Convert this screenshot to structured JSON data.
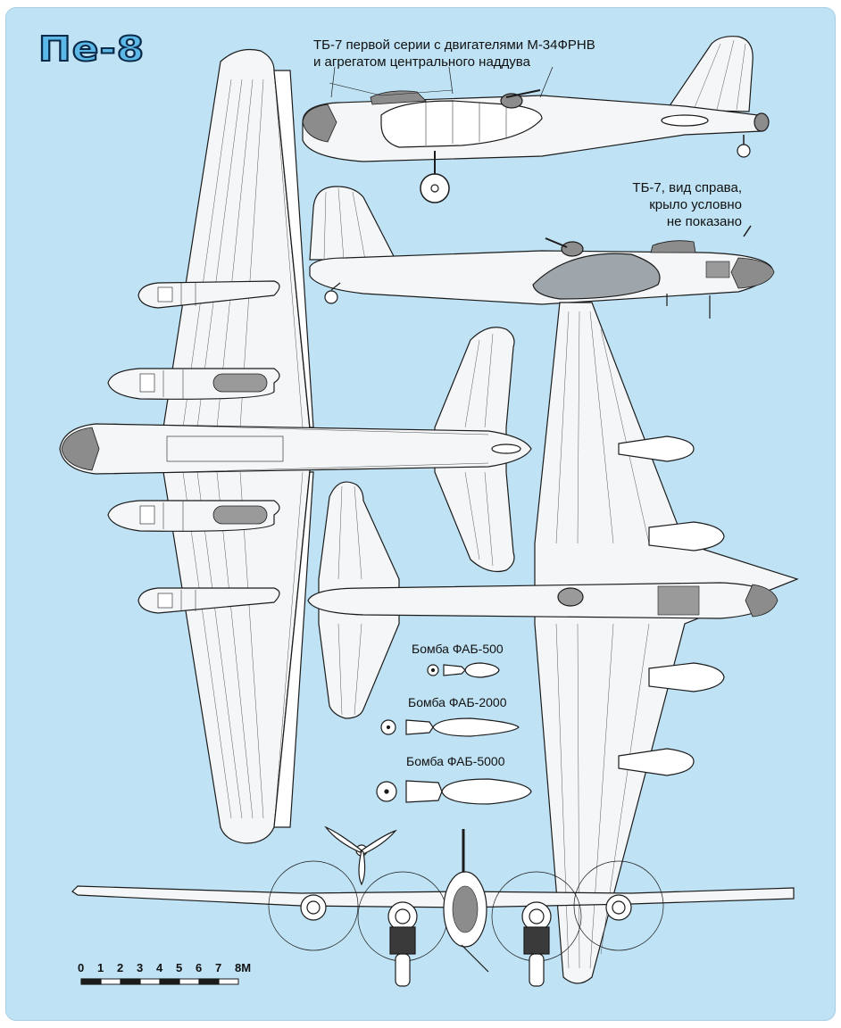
{
  "title": "Пе-8",
  "caption_top": {
    "line1": "ТБ-7 первой серии с двигателями М-34ФРНВ",
    "line2": "и агрегатом центрального наддува"
  },
  "caption_right": {
    "line1": "ТБ-7, вид справа,",
    "line2": "крыло условно",
    "line3": "не показано"
  },
  "bombs": [
    {
      "label": "Бомба ФАБ-500"
    },
    {
      "label": "Бомба ФАБ-2000"
    },
    {
      "label": "Бомба ФАБ-5000"
    }
  ],
  "scale": {
    "ticks": [
      "0",
      "1",
      "2",
      "3",
      "4",
      "5",
      "6",
      "7",
      "8М"
    ]
  },
  "colors": {
    "background": "#bfe2f4",
    "aircraft_fill": "#f4f6f8",
    "line": "#1b1b1b",
    "glass": "#7a7a7a"
  }
}
